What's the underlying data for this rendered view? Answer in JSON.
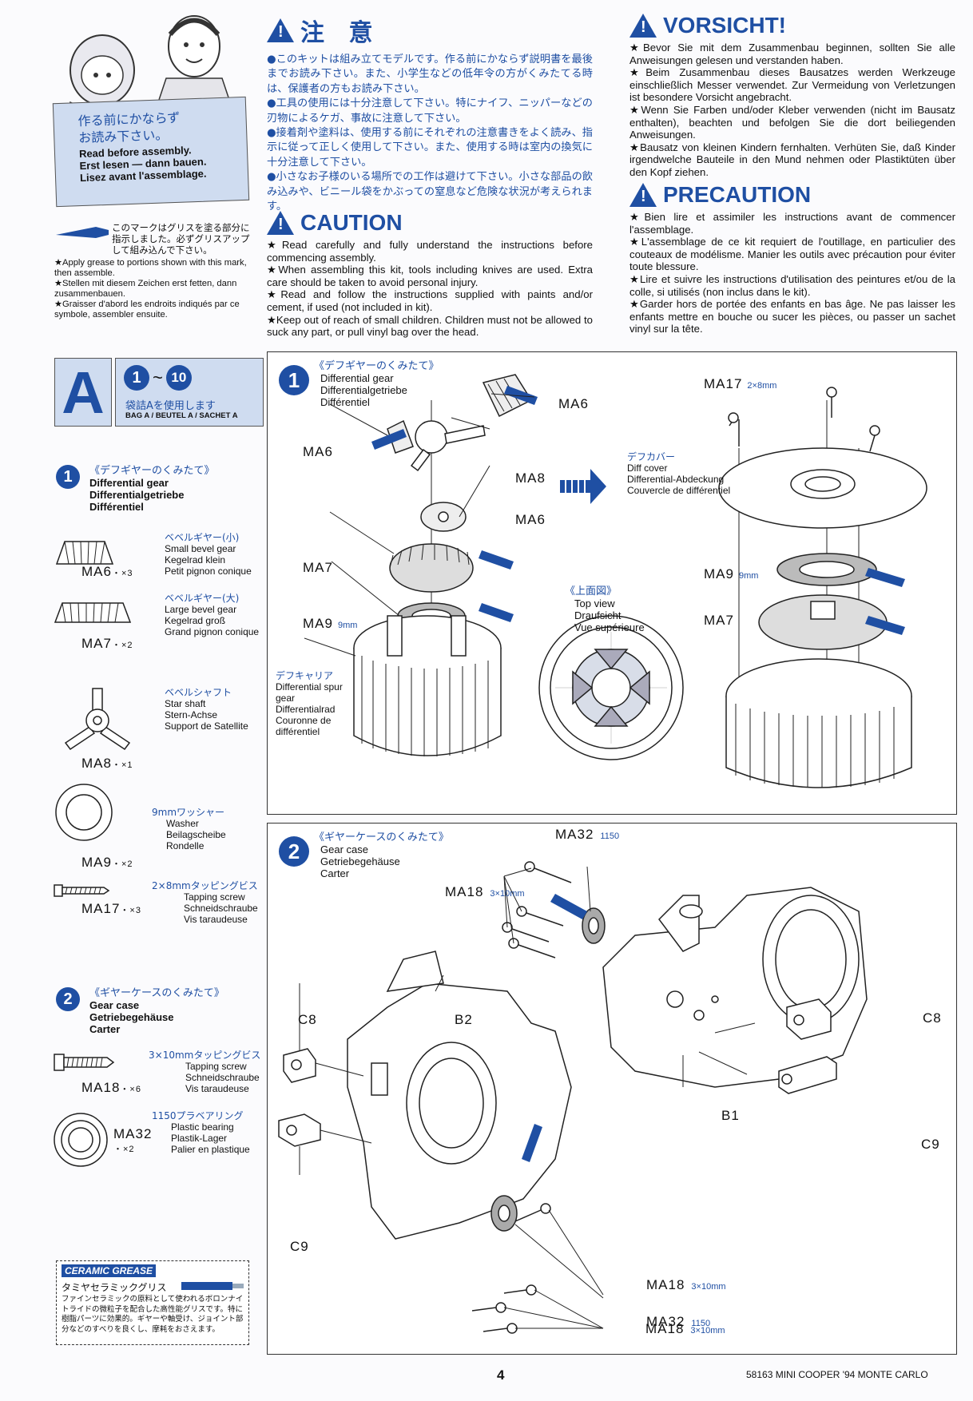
{
  "header": {
    "read_jp": "作る前にかならず\nお読み下さい。",
    "read_en": "Read before assembly.",
    "read_de": "Erst lesen — dann bauen.",
    "read_fr": "Lisez avant l'assemblage."
  },
  "grease_note": {
    "jp": "このマークはグリスを塗る部分に指示しました。必ずグリスアップして組み込んで下さい。",
    "en": "★Apply grease to portions shown with this mark, then assemble.",
    "de": "★Stellen mit diesem Zeichen erst fetten, dann zusammenbauen.",
    "fr": "★Graisser d'abord les endroits indiqués par ce symbole, assembler ensuite."
  },
  "chuui": {
    "title": "注 意",
    "body": "●このキットは組み立てモデルです。作る前にかならず説明書を最後までお読み下さい。また、小学生などの低年令の方がくみたてる時は、保護者の方もお読み下さい。\n●工具の使用には十分注意して下さい。特にナイフ、ニッパーなどの刃物によるケガ、事故に注意して下さい。\n●接着剤や塗料は、使用する前にそれぞれの注意書きをよく読み、指示に従って正しく使用して下さい。また、使用する時は室内の換気に十分注意して下さい。\n●小さなお子様のいる場所での工作は避けて下さい。小さな部品の飲み込みや、ビニール袋をかぶっての窒息など危険な状況が考えられます。"
  },
  "caution": {
    "title": "CAUTION",
    "body": "★Read carefully and fully understand the instructions before commencing assembly.\n★When assembling this kit, tools including knives are used. Extra care should be taken to avoid personal injury.\n★Read and follow the instructions supplied with paints and/or cement, if used (not included in kit).\n★Keep out of reach of small children. Children must not be allowed to suck any part, or pull vinyl bag over the head."
  },
  "vorsicht": {
    "title": "VORSICHT!",
    "body": "★Bevor Sie mit dem Zusammenbau beginnen, sollten Sie alle Anweisungen gelesen und verstanden haben.\n★Beim Zusammenbau dieses Bausatzes werden Werkzeuge einschließlich Messer verwendet. Zur Vermeidung von Verletzungen ist besondere Vorsicht angebracht.\n★Wenn Sie Farben und/oder Kleber verwenden (nicht im Bausatz enthalten), beachten und befolgen Sie die dort beiliegenden Anweisungen.\n★Bausatz von kleinen Kindern fernhalten. Verhüten Sie, daß Kinder irgendwelche Bauteile in den Mund nehmen oder Plastiktüten über den Kopf ziehen."
  },
  "precaution": {
    "title": "PRECAUTION",
    "body": "★Bien lire et assimiler les instructions avant de commencer l'assemblage.\n★L'assemblage de ce kit requiert de l'outillage, en particulier des couteaux de modélisme. Manier les outils avec précaution pour éviter toute blessure.\n★Lire et suivre les instructions d'utilisation des peintures et/ou de la colle, si utilisés (non inclus dans le kit).\n★Garder hors de portée des enfants en bas âge. Ne pas laisser les enfants mettre en bouche ou sucer les pièces, ou passer un sachet vinyl sur la tête."
  },
  "bag": {
    "letter": "A",
    "from": "1",
    "tilde": "~",
    "to": "10",
    "jp": "袋詰Aを使用します",
    "label": "BAG A / BEUTEL A / SACHET A"
  },
  "step1": {
    "num": "1",
    "jp": "《デフギヤーのくみたて》",
    "en": "Differential gear",
    "de": "Differentialgetriebe",
    "fr": "Différentiel"
  },
  "step2": {
    "num": "2",
    "jp": "《ギヤーケースのくみたて》",
    "en": "Gear case",
    "de": "Getriebegehäuse",
    "fr": "Carter"
  },
  "parts_step1": [
    {
      "code": "MA6",
      "qty": "・×3",
      "jp": "ベベルギヤー(小)",
      "en": "Small bevel gear",
      "de": "Kegelrad klein",
      "fr": "Petit pignon conique"
    },
    {
      "code": "MA7",
      "qty": "・×2",
      "jp": "ベベルギヤー(大)",
      "en": "Large bevel gear",
      "de": "Kegelrad groß",
      "fr": "Grand pignon conique"
    },
    {
      "code": "MA8",
      "qty": "・×1",
      "jp": "ベベルシャフト",
      "en": "Star shaft",
      "de": "Stern-Achse",
      "fr": "Support de Satellite"
    },
    {
      "code": "MA9",
      "qty": "・×2",
      "jp": "9mmワッシャー",
      "en": "Washer",
      "de": "Beilagscheibe",
      "fr": "Rondelle"
    },
    {
      "code": "MA17",
      "qty": "・×3",
      "jp": "2×8mmタッピングビス",
      "en": "Tapping screw",
      "de": "Schneidschraube",
      "fr": "Vis taraudeuse"
    }
  ],
  "parts_step2": [
    {
      "code": "MA18",
      "qty": "・×6",
      "jp": "3×10mmタッピングビス",
      "en": "Tapping screw",
      "de": "Schneidschraube",
      "fr": "Vis taraudeuse"
    },
    {
      "code": "MA32",
      "qty": "・×2",
      "jp": "1150プラベアリング",
      "en": "Plastic bearing",
      "de": "Plastik-Lager",
      "fr": "Palier en plastique"
    }
  ],
  "ceramic": {
    "logo": "CERAMIC GREASE",
    "jp_title": "タミヤセラミックグリス",
    "body": "ファインセラミックの原料として使われるボロンナイトライドの微粒子を配合した高性能グリスです。特に樹脂パーツに効果的。ギヤーや軸受け、ジョイント部分などのすべりを良くし、摩耗をおさえます。"
  },
  "diagram1": {
    "num": "1",
    "jp": "《デフギヤーのくみたて》",
    "en": "Differential gear",
    "de": "Differentialgetriebe",
    "fr": "Différentiel",
    "ma6_a": "MA6",
    "ma6_b": "MA6",
    "ma6_c": "MA6",
    "ma8": "MA8",
    "ma7": "MA7",
    "ma9": "MA9",
    "ma9_size": "9mm",
    "carrier_jp": "デフキャリア",
    "carrier_en": "Differential spur gear",
    "carrier_de": "Differentialrad",
    "carrier_fr": "Couronne de différentiel",
    "top_jp": "《上面図》",
    "top_en": "Top view",
    "top_de": "Draufsicht",
    "top_fr": "Vue supérieure",
    "ma17": "MA17",
    "ma17_size": "2×8mm",
    "cover_jp": "デフカバー",
    "cover_en": "Diff cover",
    "cover_de": "Differential-Abdeckung",
    "cover_fr": "Couvercle de différentiel",
    "r_ma9": "MA9",
    "r_ma9_size": "9mm",
    "r_ma7": "MA7"
  },
  "diagram2": {
    "num": "2",
    "jp": "《ギヤーケースのくみたて》",
    "en": "Gear case",
    "de": "Getriebegehäuse",
    "fr": "Carter",
    "ma32_top": "MA32",
    "ma32_top_size": "1150",
    "ma18_top": "MA18",
    "ma18_top_size": "3×10mm",
    "c8_right": "C8",
    "b1": "B1",
    "c9_right": "C9",
    "c8_left": "C8",
    "b2": "B2",
    "c9_left": "C9",
    "ma18_a": "MA18",
    "ma18_a_size": "3×10mm",
    "ma32_b": "MA32",
    "ma32_b_size": "1150",
    "ma18_b": "MA18",
    "ma18_b_size": "3×10mm"
  },
  "footer": {
    "page": "4",
    "title": "58163 MINI COOPER '94 MONTE CARLO"
  },
  "colors": {
    "accent": "#1f4fa3",
    "box": "#cfdcf0"
  }
}
